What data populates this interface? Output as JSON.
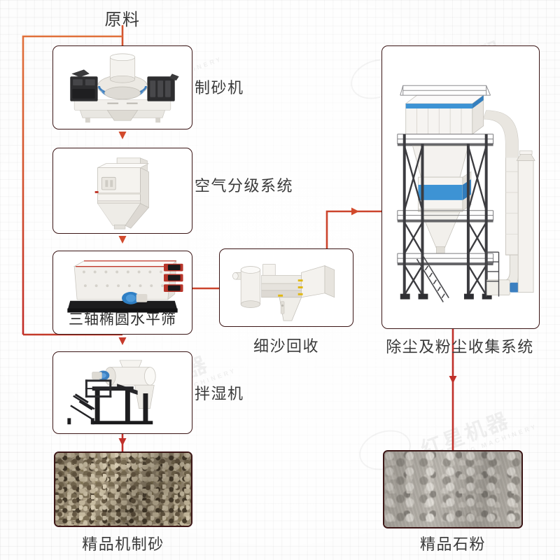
{
  "diagram": {
    "title_top": "原料",
    "accent_color": "#c7402c",
    "box_border_color": "#3b1616",
    "label_color": "#3a3a3a",
    "watermark_cn": "红星机器",
    "watermark_en": "HONGXING MACHINERY"
  },
  "nodes": [
    {
      "id": "sand-making-machine",
      "label": "制砂机",
      "label_position": "right",
      "icon": "vsi-crusher-icon"
    },
    {
      "id": "air-classifier",
      "label": "空气分级系统",
      "label_position": "right",
      "icon": "air-classifier-icon"
    },
    {
      "id": "triaxial-horizontal-screen",
      "label": "三轴椭圆水平筛",
      "label_position": "inside",
      "icon": "vibrating-screen-icon"
    },
    {
      "id": "fine-sand-recovery",
      "label": "细沙回收",
      "label_position": "below",
      "icon": "fine-sand-recovery-icon"
    },
    {
      "id": "wet-mixer",
      "label": "拌湿机",
      "label_position": "right",
      "icon": "wet-mixer-icon"
    },
    {
      "id": "dust-collection-system",
      "label": "除尘及粉尘收集系统",
      "label_position": "below",
      "icon": "baghouse-dust-collector-icon"
    },
    {
      "id": "finished-machine-sand",
      "label": "精品机制砂",
      "label_position": "below",
      "icon": "sand-pile-photo"
    },
    {
      "id": "finished-stone-powder",
      "label": "精品石粉",
      "label_position": "below",
      "icon": "stone-powder-photo"
    }
  ]
}
